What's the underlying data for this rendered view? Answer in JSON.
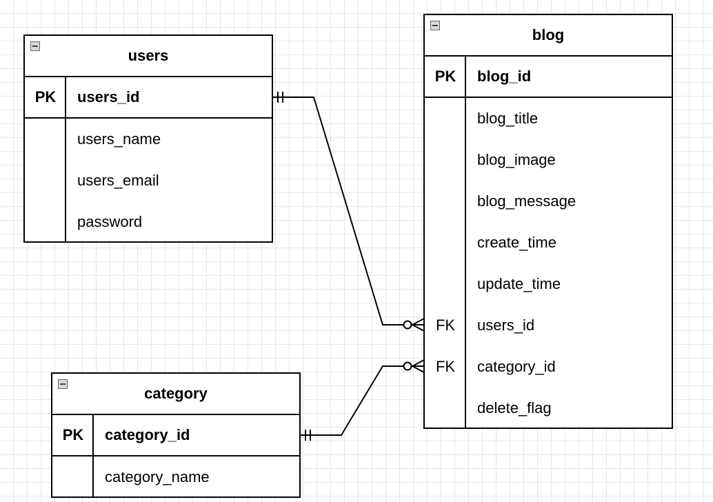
{
  "entities": {
    "users": {
      "title": "users",
      "pk": {
        "key": "PK",
        "name": "users_id"
      },
      "attributes": [
        {
          "key": "",
          "name": "users_name"
        },
        {
          "key": "",
          "name": "users_email"
        },
        {
          "key": "",
          "name": "password"
        }
      ]
    },
    "category": {
      "title": "category",
      "pk": {
        "key": "PK",
        "name": "category_id"
      },
      "attributes": [
        {
          "key": "",
          "name": "category_name"
        }
      ]
    },
    "blog": {
      "title": "blog",
      "pk": {
        "key": "PK",
        "name": "blog_id"
      },
      "attributes": [
        {
          "key": "",
          "name": "blog_title"
        },
        {
          "key": "",
          "name": "blog_image"
        },
        {
          "key": "",
          "name": "blog_message"
        },
        {
          "key": "",
          "name": "create_time"
        },
        {
          "key": "",
          "name": "update_time"
        },
        {
          "key": "FK",
          "name": "users_id"
        },
        {
          "key": "FK",
          "name": "category_id"
        },
        {
          "key": "",
          "name": "delete_flag"
        }
      ]
    }
  },
  "relationships": [
    {
      "from": "users.users_id",
      "from_cardinality": "exactly-one",
      "to": "blog.users_id",
      "to_cardinality": "zero-or-many"
    },
    {
      "from": "category.category_id",
      "from_cardinality": "exactly-one",
      "to": "blog.category_id",
      "to_cardinality": "zero-or-many"
    }
  ],
  "colors": {
    "grid": "#e6e6e6",
    "line": "#000000",
    "background": "#ffffff"
  }
}
